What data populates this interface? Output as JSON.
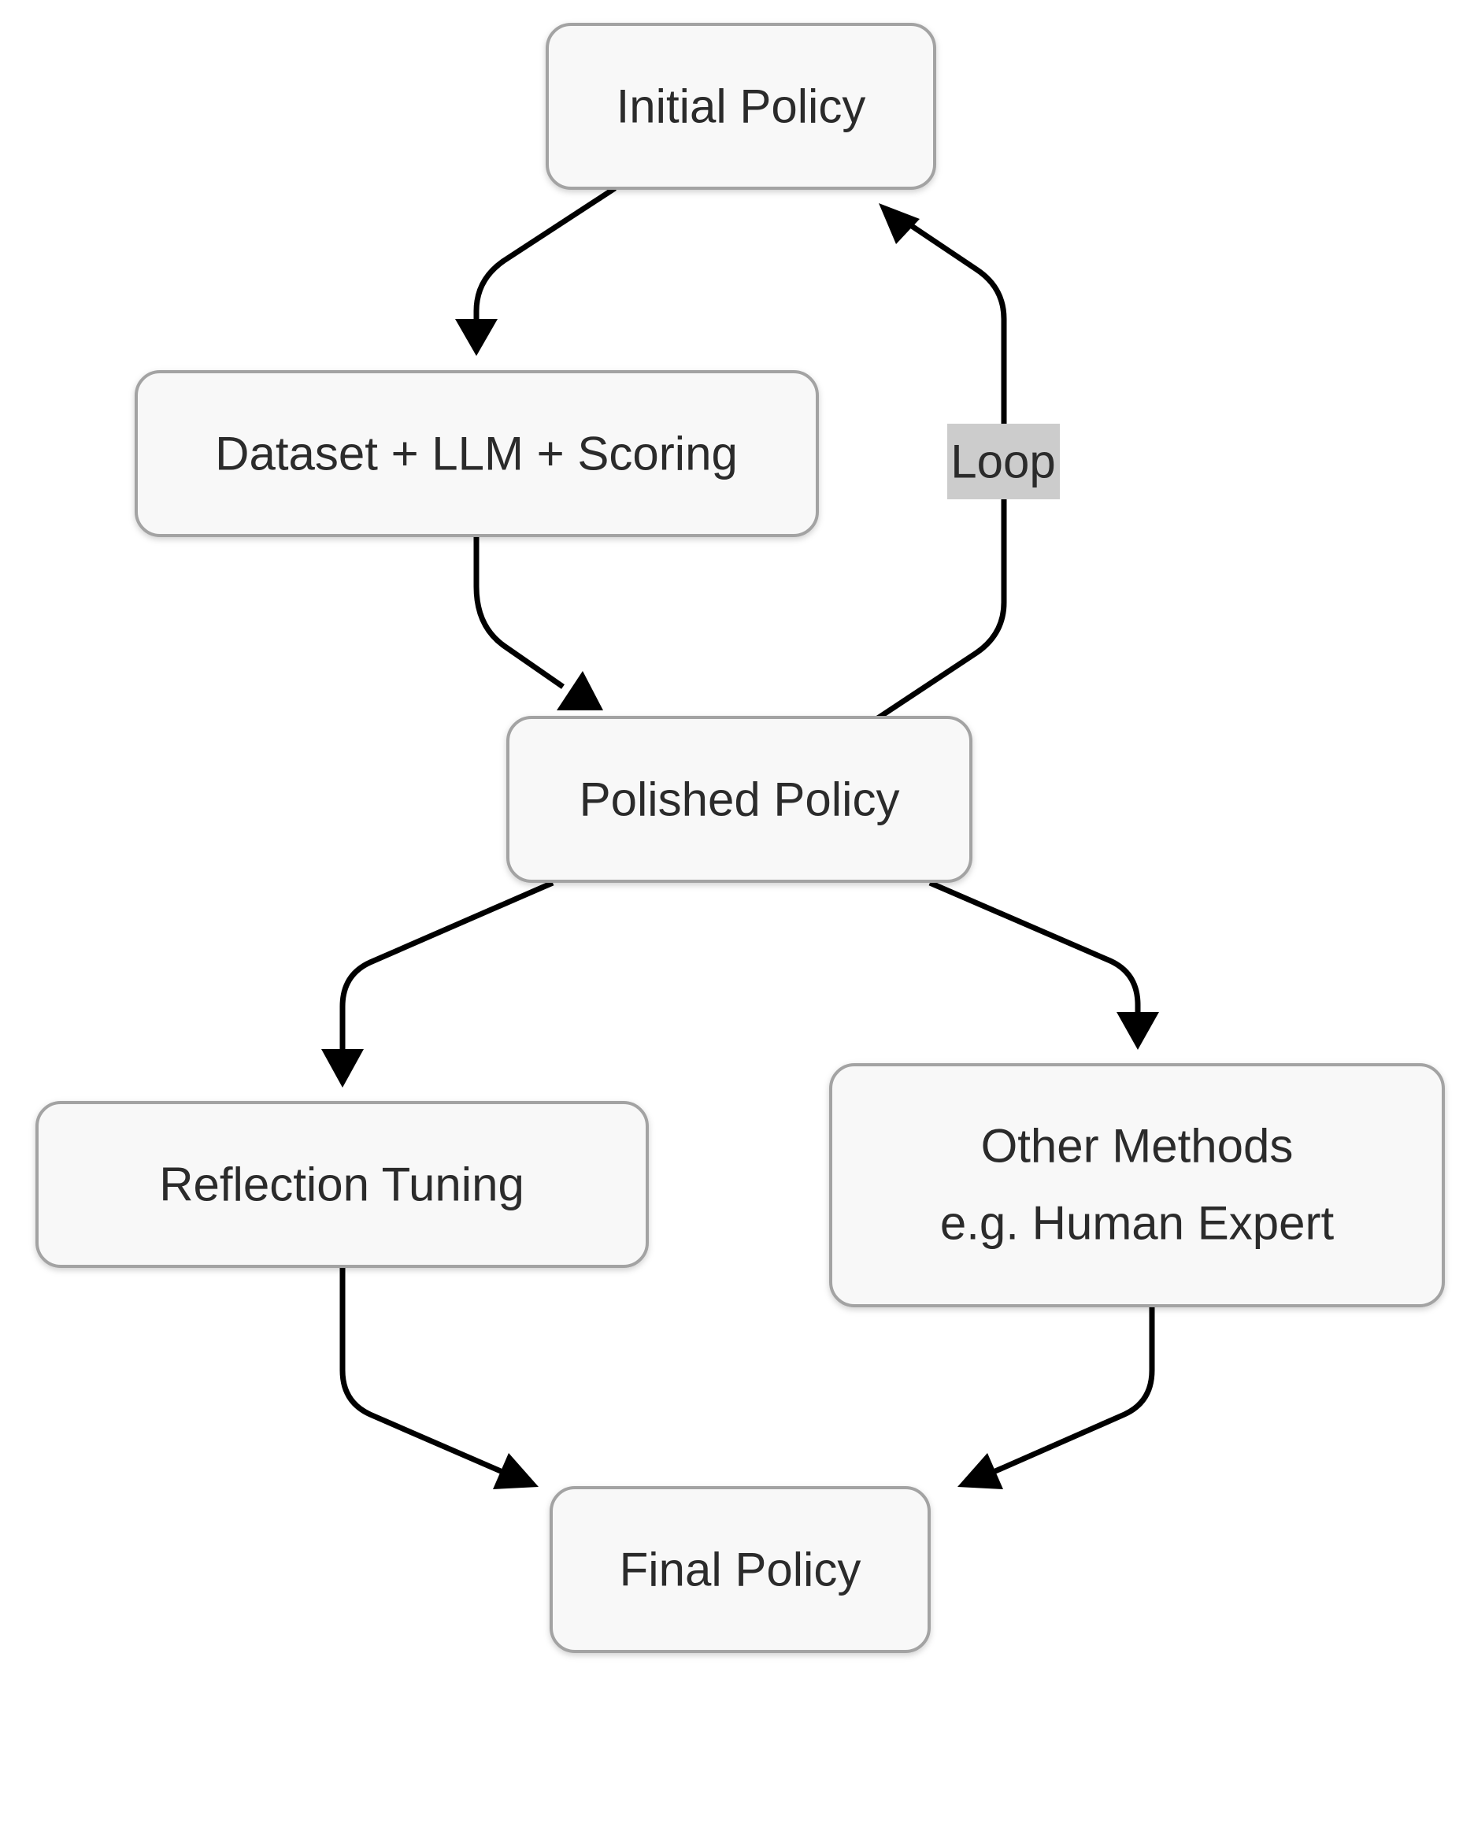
{
  "nodes": {
    "initial_policy": {
      "label": "Initial Policy"
    },
    "dataset_llm_scoring": {
      "label": "Dataset + LLM + Scoring"
    },
    "polished_policy": {
      "label": "Polished Policy"
    },
    "reflection_tuning": {
      "label": "Reflection Tuning"
    },
    "other_methods": {
      "line1": "Other Methods",
      "line2": "e.g. Human Expert"
    },
    "final_policy": {
      "label": "Final Policy"
    }
  },
  "edges": {
    "loop": {
      "label": "Loop"
    }
  },
  "colors": {
    "node_fill": "#f8f8f8",
    "node_border": "#a3a3a3",
    "edge": "#000000",
    "edge_label_bg": "#cccccc",
    "text": "#2b2b2b"
  }
}
